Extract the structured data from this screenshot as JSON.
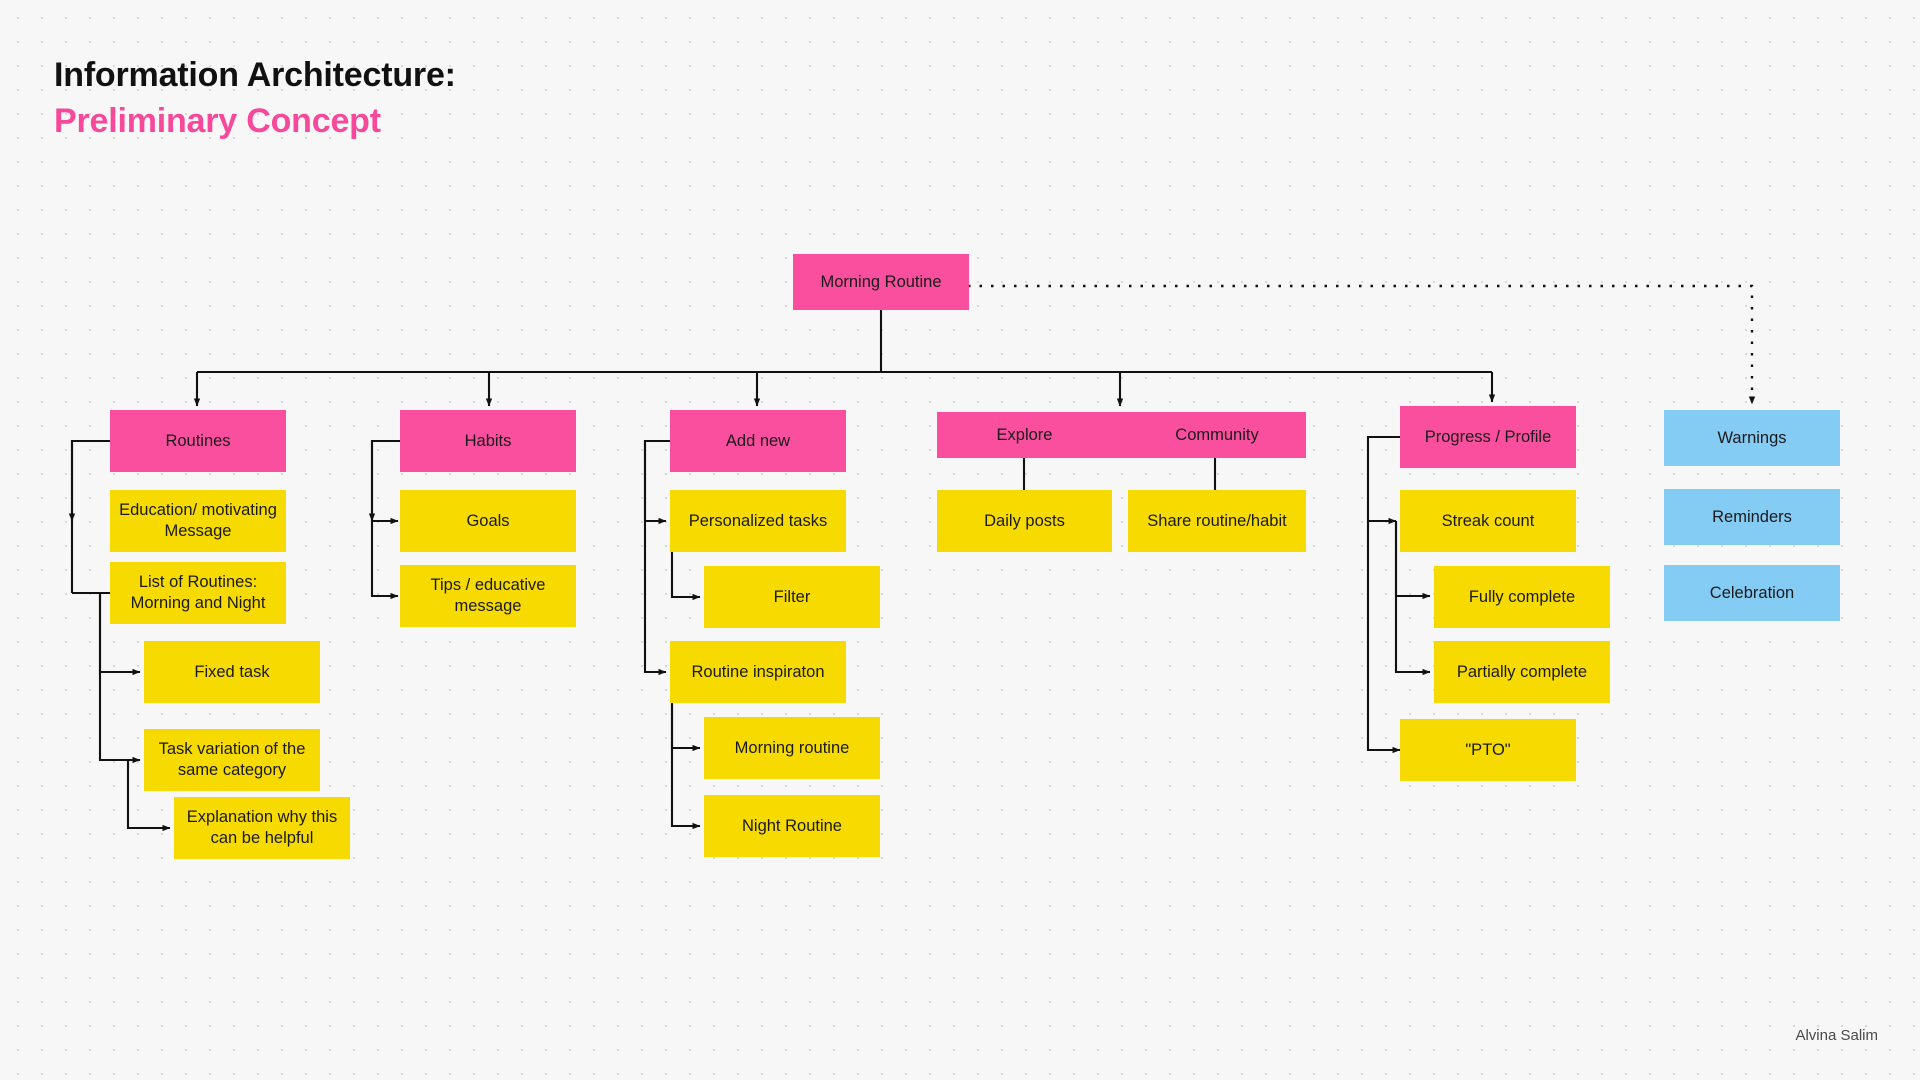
{
  "header": {
    "title_line1": "Information Architecture:",
    "title_line2": "Preliminary Concept"
  },
  "footer": {
    "author": "Alvina Salim"
  },
  "colors": {
    "pink": "#FA4E9E",
    "yellow": "#F7DB00",
    "blue": "#85CCF5",
    "background": "#f7f7f7",
    "title_accent": "#F7499B",
    "connector": "#111111"
  },
  "diagram": {
    "type": "tree",
    "root": {
      "label": "Morning Routine",
      "color": "pink"
    },
    "branches": [
      {
        "name": "routines",
        "parent": {
          "label": "Routines",
          "color": "pink"
        },
        "children": [
          {
            "label": "Education/ motivating Message",
            "color": "yellow"
          },
          {
            "label": "List of Routines: Morning and Night",
            "color": "yellow"
          },
          {
            "label": "Fixed task",
            "color": "yellow"
          },
          {
            "label": "Task variation of the same category",
            "color": "yellow"
          },
          {
            "label": "Explanation why this can be helpful",
            "color": "yellow"
          }
        ]
      },
      {
        "name": "habits",
        "parent": {
          "label": "Habits",
          "color": "pink"
        },
        "children": [
          {
            "label": "Goals",
            "color": "yellow"
          },
          {
            "label": "Tips / educative message",
            "color": "yellow"
          }
        ]
      },
      {
        "name": "add-new",
        "parent": {
          "label": "Add new",
          "color": "pink"
        },
        "children": [
          {
            "label": "Personalized tasks",
            "color": "yellow"
          },
          {
            "label": "Filter",
            "color": "yellow"
          },
          {
            "label": "Routine inspiraton",
            "color": "yellow"
          },
          {
            "label": "Morning routine",
            "color": "yellow"
          },
          {
            "label": "Night Routine",
            "color": "yellow"
          }
        ]
      },
      {
        "name": "explore",
        "parent": {
          "label": "Explore",
          "color": "pink"
        },
        "children": [
          {
            "label": "Daily posts",
            "color": "yellow"
          }
        ]
      },
      {
        "name": "community",
        "parent": {
          "label": "Community",
          "color": "pink"
        },
        "children": [
          {
            "label": "Share routine/habit",
            "color": "yellow"
          }
        ]
      },
      {
        "name": "progress-profile",
        "parent": {
          "label": "Progress / Profile",
          "color": "pink"
        },
        "children": [
          {
            "label": "Streak count",
            "color": "yellow"
          },
          {
            "label": "Fully complete",
            "color": "yellow"
          },
          {
            "label": "Partially complete",
            "color": "yellow"
          },
          {
            "label": "\"PTO\"",
            "color": "yellow"
          }
        ]
      },
      {
        "name": "notifications",
        "parent": {
          "label": "Warnings",
          "color": "blue"
        },
        "children": [
          {
            "label": "Reminders",
            "color": "blue"
          },
          {
            "label": "Celebration",
            "color": "blue"
          }
        ]
      }
    ]
  }
}
